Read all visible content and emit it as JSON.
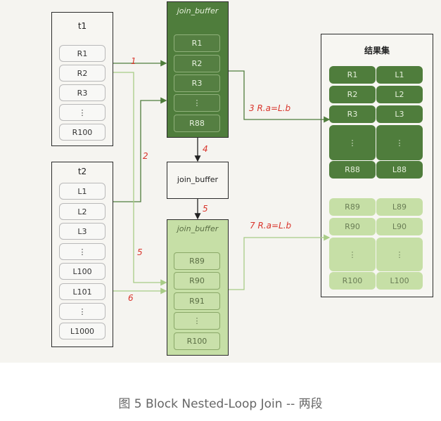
{
  "t1": {
    "title": "t1",
    "rows": [
      "R1",
      "R2",
      "R3",
      "⋮",
      "R100"
    ]
  },
  "t2": {
    "title": "t2",
    "rows": [
      "L1",
      "L2",
      "L3",
      "⋮",
      "L100",
      "L101",
      "⋮",
      "L1000"
    ]
  },
  "join_buffer_1": {
    "title": "join_buffer",
    "rows": [
      "R1",
      "R2",
      "R3",
      "⋮",
      "R88"
    ]
  },
  "join_buffer_empty": {
    "title": "join_buffer"
  },
  "join_buffer_2": {
    "title": "join_buffer",
    "rows": [
      "R89",
      "R90",
      "R91",
      "⋮",
      "R100"
    ]
  },
  "result": {
    "title": "结果集",
    "rows_dark": [
      [
        "R1",
        "L1"
      ],
      [
        "R2",
        "L2"
      ],
      [
        "R3",
        "L3"
      ],
      [
        "⋮",
        "⋮"
      ],
      [
        "R88",
        "L88"
      ]
    ],
    "rows_light": [
      [
        "R89",
        "L89"
      ],
      [
        "R90",
        "L90"
      ],
      [
        "⋮",
        "⋮"
      ],
      [
        "R100",
        "L100"
      ]
    ]
  },
  "steps": {
    "s1": "1",
    "s2": "2",
    "s3": "3 R.a=L.b",
    "s4": "4",
    "s5a": "5",
    "s5b": "5",
    "s6": "6",
    "s7": "7 R.a=L.b"
  },
  "colors": {
    "dark_green": "#4f7d3c",
    "light_green": "#c6dfa6",
    "label_red": "#d9342b"
  },
  "caption": "图 5 Block Nested-Loop Join -- 两段"
}
